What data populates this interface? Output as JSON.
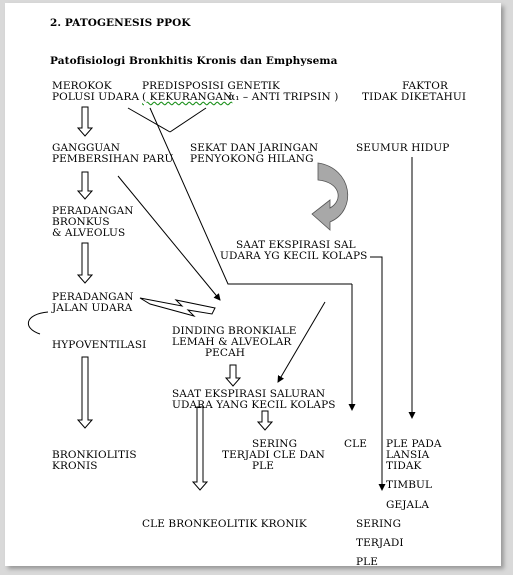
{
  "heading": "2.   PATOGENESIS PPOK",
  "subheading": "Patofisiologi Bronkhitis Kronis dan Emphysema",
  "nodes": {
    "merokok": "MEROKOK",
    "polusi": "POLUSI UDARA",
    "predisposisi": "PREDISPOSISI GENETIK",
    "kekurangan": "( KEKURANGAN",
    "antitripsin": "α₁ – ANTI TRIPSIN )",
    "faktor": "FAKTOR",
    "tidak_diketahui": "TIDAK DIKETAHUI",
    "gangguan1": "GANGGUAN",
    "gangguan2": "PEMBERSIHAN PARU",
    "sekat1": "SEKAT DAN JARINGAN",
    "sekat2": "PENYOKONG HILANG",
    "seumur": "SEUMUR HIDUP",
    "peradangan_b1": "PERADANGAN",
    "peradangan_b2": "BRONKUS",
    "peradangan_b3": "& ALVEOLUS",
    "saat1": "SAAT EKSPIRASI SAL",
    "saat2": "UDARA YG KECIL KOLAPS",
    "peradangan_j1": "PERADANGAN",
    "peradangan_j2": "JALAN UDARA",
    "dinding1": "DINDING BRONKIALE",
    "dinding2": "LEMAH & ALVEOLAR",
    "dinding3": "PECAH",
    "hypo": "HYPOVENTILASI",
    "saat_s1": "SAAT EKSPIRASI SALURAN",
    "saat_s2": "UDARA YANG KECIL KOLAPS",
    "sering1": "SERING",
    "sering2": "TERJADI CLE DAN",
    "sering3": "PLE",
    "cle": "CLE",
    "ple1": "PLE PADA",
    "ple2": "LANSIA",
    "ple3": "TIDAK",
    "ple4": "TIMBUL",
    "ple5": "GEJALA",
    "bronk1": "BRONKIOLITIS",
    "bronk2": "KRONIS",
    "cle_bronk": "CLE BRONKEOLITIK KRONIK",
    "srg1": "SERING",
    "srg2": "TERJADI",
    "srg3": "PLE"
  }
}
